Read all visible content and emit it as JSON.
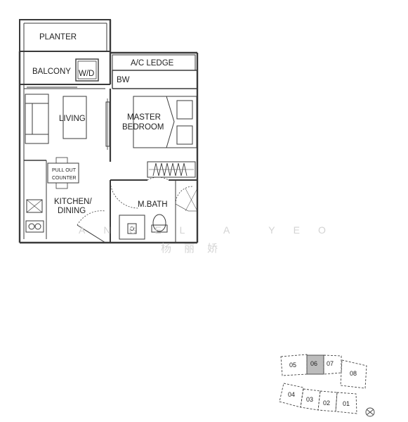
{
  "floorplan": {
    "rooms": {
      "planter": "PLANTER",
      "balcony": "BALCONY",
      "wd": "W/D",
      "ac_ledge": "A/C LEDGE",
      "bw": "BW",
      "living": "LIVING",
      "master_bedroom_line1": "MASTER",
      "master_bedroom_line2": "BEDROOM",
      "pull_out_counter_line1": "PULL OUT",
      "pull_out_counter_line2": "COUNTER",
      "kitchen_line1": "KITCHEN/",
      "kitchen_line2": "DINING",
      "mbath": "M.BATH"
    },
    "watermark": {
      "latin": "ANGEL A YEO",
      "chinese": "杨丽娇"
    }
  },
  "keyplan": {
    "units": [
      "05",
      "06",
      "07",
      "08",
      "04",
      "03",
      "02",
      "01"
    ],
    "highlighted_unit": "06",
    "highlight_color": "#bcbcbc",
    "compass": "north-compass-icon"
  },
  "colors": {
    "wall": "#3a3a3a",
    "line": "#555555",
    "watermark": "#d3d3d3"
  }
}
